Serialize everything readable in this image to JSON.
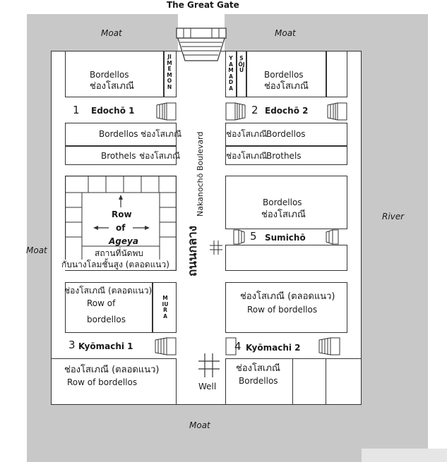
{
  "title": "The Great Gate",
  "water": {
    "moat_label": "Moat",
    "river_label": "River"
  },
  "streets": {
    "boulevard": "Nakanochō Boulevard",
    "boulevard_thai": "ถนนกลาง",
    "well": "Well"
  },
  "vertical_streets": {
    "jimemon": "JIMEMON",
    "yamada": "YAMADA",
    "soju": "SŌJU",
    "miura": "MIURA"
  },
  "districts": [
    {
      "number": "1",
      "name": "Edochō 1"
    },
    {
      "number": "2",
      "name": "Edochō 2"
    },
    {
      "number": "3",
      "name": "Kyōmachi 1"
    },
    {
      "number": "4",
      "name": "Kyōmachi 2"
    },
    {
      "number": "5",
      "name": "Sumichō"
    }
  ],
  "labels": {
    "bordellos": "Bordellos",
    "brothels": "Brothels",
    "thai_brothel": "ช่องโสเภณี",
    "thai_brothel_row": "ช่องโสเภณี (ตลอดแนว)",
    "row_of_bordellos": "Row of bordellos",
    "row_of": "Row of",
    "bordellos_lower": "bordellos",
    "ageya_row": "Row",
    "ageya_of": "of",
    "ageya": "Ageya",
    "ageya_thai_1": "สถานที่นัดพบ",
    "ageya_thai_2": "กับนางโลมชั้นสูง (ตลอดแนว)"
  },
  "colors": {
    "moat": "#c8c8c8",
    "line": "#333333"
  }
}
